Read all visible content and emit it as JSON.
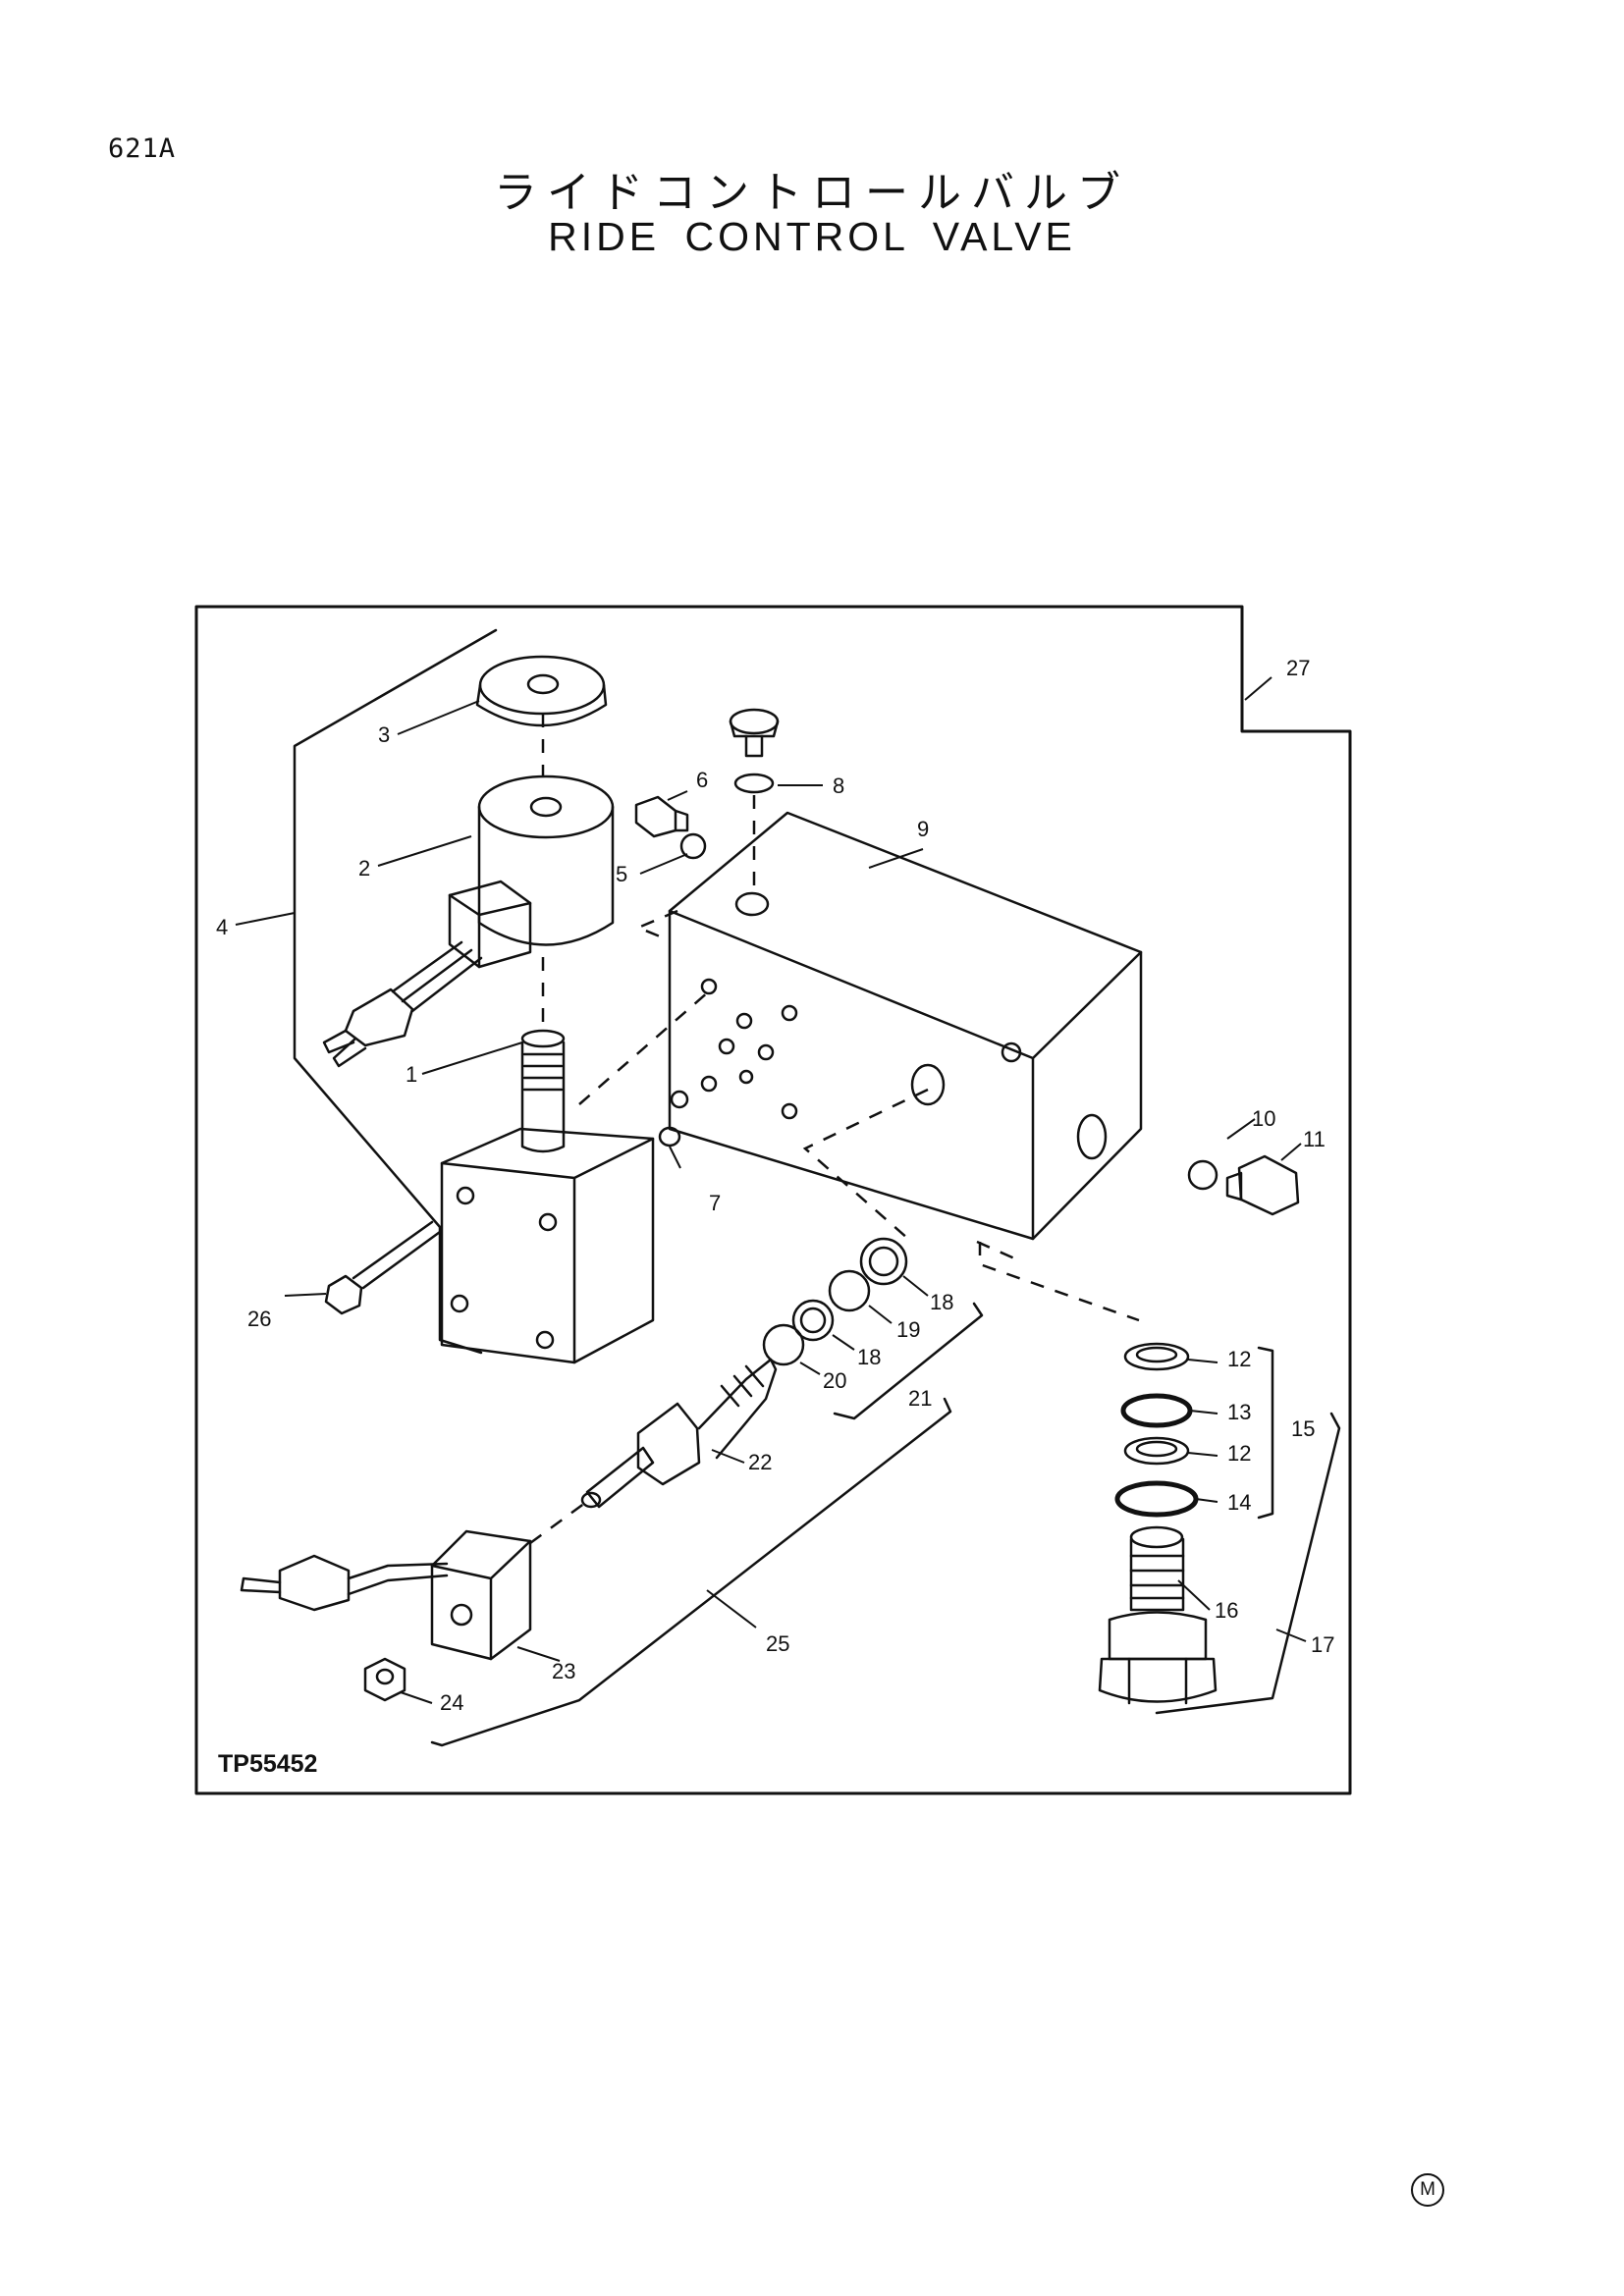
{
  "header": {
    "page_number": "621A",
    "title_jp": "ライドコントロールバルブ",
    "title_en": "RIDE CONTROL VALVE"
  },
  "diagram": {
    "drawing_code": "TP55452",
    "callouts": [
      "1",
      "2",
      "3",
      "4",
      "5",
      "6",
      "7",
      "8",
      "9",
      "10",
      "11",
      "12",
      "12",
      "13",
      "14",
      "15",
      "16",
      "17",
      "18",
      "18",
      "19",
      "20",
      "21",
      "22",
      "23",
      "24",
      "25",
      "26",
      "27"
    ]
  },
  "footer": {
    "mark": "M"
  }
}
